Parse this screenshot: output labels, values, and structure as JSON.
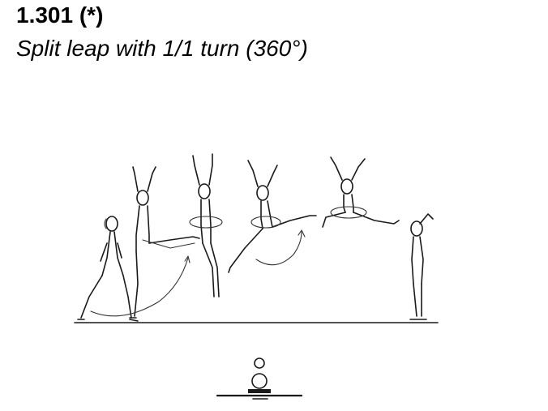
{
  "element": {
    "code": "1.301 (*)",
    "name": "Split leap with 1/1 turn (360°)"
  },
  "illustration": {
    "figure_count": 6,
    "turn_degrees": 360
  }
}
